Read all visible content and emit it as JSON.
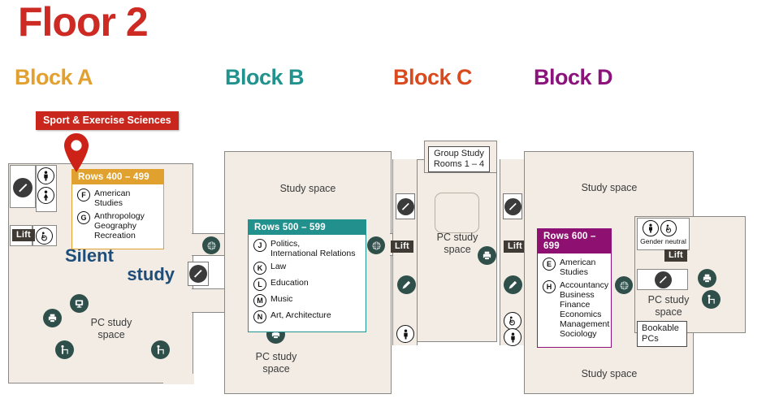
{
  "page": {
    "title": "Floor 2",
    "title_color": "#cc2a22"
  },
  "blocks": [
    {
      "id": "a",
      "label": "Block A",
      "color": "#e2a030"
    },
    {
      "id": "b",
      "label": "Block B",
      "color": "#21938e"
    },
    {
      "id": "c",
      "label": "Block C",
      "color": "#d94a1e"
    },
    {
      "id": "d",
      "label": "Block D",
      "color": "#8c127c"
    }
  ],
  "pin": {
    "label": "Sport & Exercise Sciences",
    "color": "#c9261d"
  },
  "legends": [
    {
      "id": "a",
      "heading": "Rows 400 – 499",
      "color": "#e0a12f",
      "entries": [
        {
          "key": "F",
          "text": "American Studies"
        },
        {
          "key": "G",
          "text": "Anthropology\nGeography\nRecreation"
        }
      ]
    },
    {
      "id": "b",
      "heading": "Rows 500 – 599",
      "color": "#22918d",
      "entries": [
        {
          "key": "J",
          "text": "Politics,\nInternational Relations"
        },
        {
          "key": "K",
          "text": "Law"
        },
        {
          "key": "L",
          "text": "Education"
        },
        {
          "key": "M",
          "text": "Music"
        },
        {
          "key": "N",
          "text": "Art, Architecture"
        }
      ]
    },
    {
      "id": "d",
      "heading": "Rows 600 – 699",
      "color": "#8e1071",
      "entries": [
        {
          "key": "E",
          "text": "American\nStudies"
        },
        {
          "key": "H",
          "text": "Accountancy\nBusiness\nFinance\nEconomics\nManagement\nSociology"
        }
      ]
    }
  ],
  "areas": {
    "silent_study_line1": "Silent",
    "silent_study_line2": "study",
    "pc_study_a": "PC study\nspace",
    "study_space_b": "Study space",
    "pc_study_b": "PC study\nspace",
    "pc_study_c": "PC study\nspace",
    "study_space_d_top": "Study space",
    "study_space_d_bottom": "Study space",
    "pc_study_d": "PC study\nspace"
  },
  "rooms": {
    "group_study": "Group Study\nRooms 1 – 4",
    "bookable_pcs": "Bookable\nPCs",
    "gender_neutral": "Gender neutral"
  },
  "labels": {
    "lift": "Lift"
  },
  "icons": {
    "stairs": "stairs-icon",
    "lift": "lift-icon",
    "toilet_male": "toilet-male-icon",
    "toilet_female": "toilet-female-icon",
    "toilet_accessible": "toilet-accessible-icon",
    "wifi": "wifi-icon",
    "printer": "printer-icon",
    "pc": "pc-icon",
    "study_desk": "study-desk-icon",
    "self_service": "self-service-icon"
  }
}
